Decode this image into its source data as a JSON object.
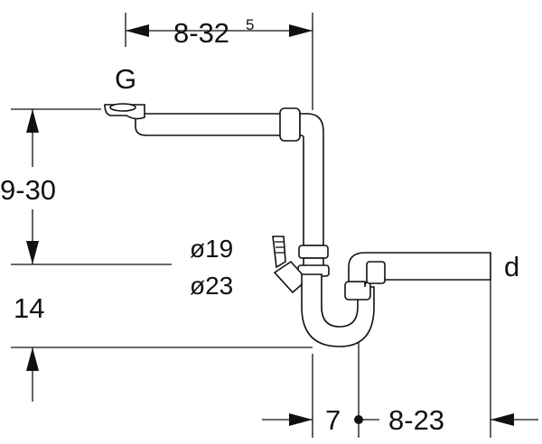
{
  "labels": {
    "top_width_base": "8-32",
    "top_width_sup": "5",
    "inlet": "G",
    "height_range": "9-30",
    "dia_small": "ø19",
    "dia_large": "ø23",
    "outlet": "d",
    "lower_height": "14",
    "offset_bottom": "7",
    "width_bottom": "8-23"
  }
}
